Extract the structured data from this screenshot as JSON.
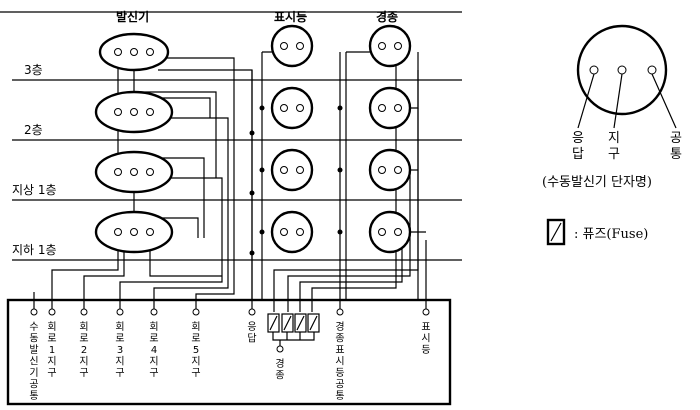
{
  "diagram": {
    "headers": {
      "transmitter": "발신기",
      "indicator": "표시등",
      "bell": "경종"
    },
    "floors": [
      "3층",
      "2층",
      "지상 1층",
      "지하 1층"
    ],
    "terminals": [
      {
        "label": "수동발신기공통"
      },
      {
        "label": "회로1지구"
      },
      {
        "label": "회로2지구"
      },
      {
        "label": "회로3지구"
      },
      {
        "label": "회로4지구"
      },
      {
        "label": "회로5지구"
      },
      {
        "label": "응답"
      },
      {
        "label": "경종"
      },
      {
        "label": "경종표시등공통"
      },
      {
        "label": "표시등"
      }
    ]
  },
  "legend": {
    "terminal_labels": [
      "응답",
      "지구",
      "공통"
    ],
    "caption": "(수동발신기 단자명)",
    "fuse_text": ": 퓨즈(Fuse)"
  }
}
